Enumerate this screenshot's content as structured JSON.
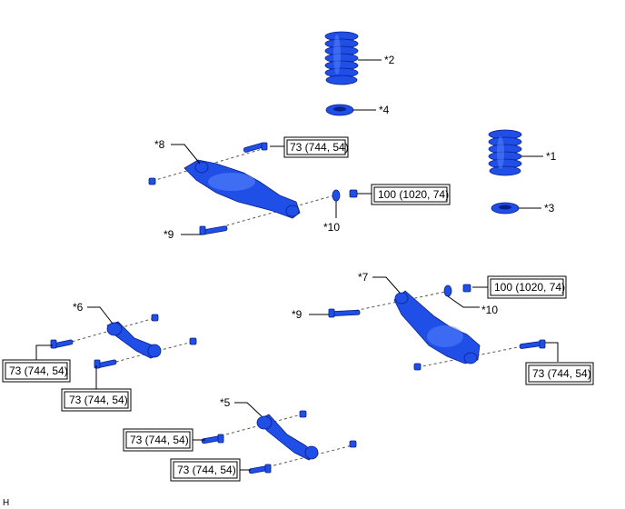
{
  "callouts": {
    "c1": "*1",
    "c2": "*2",
    "c3": "*3",
    "c4": "*4",
    "c5": "*5",
    "c6": "*6",
    "c7": "*7",
    "c8": "*8",
    "c9a": "*9",
    "c9b": "*9",
    "c10a": "*10",
    "c10b": "*10"
  },
  "torque": {
    "t_upper_arm": "73 (744, 54)",
    "t_upper_nut": "100 (1020, 74)",
    "t_lower_nut": "100 (1020, 74)",
    "t_lower_arm": "73 (744, 54)",
    "t_link6_a": "73 (744, 54)",
    "t_link6_b": "73 (744, 54)",
    "t_link5_a": "73 (744, 54)",
    "t_link5_b": "73 (744, 54)"
  },
  "corner_label": "H",
  "colors": {
    "part": "#1f4fe6",
    "part_outline": "#0a1f8a",
    "highlight": "#5a86ff"
  }
}
